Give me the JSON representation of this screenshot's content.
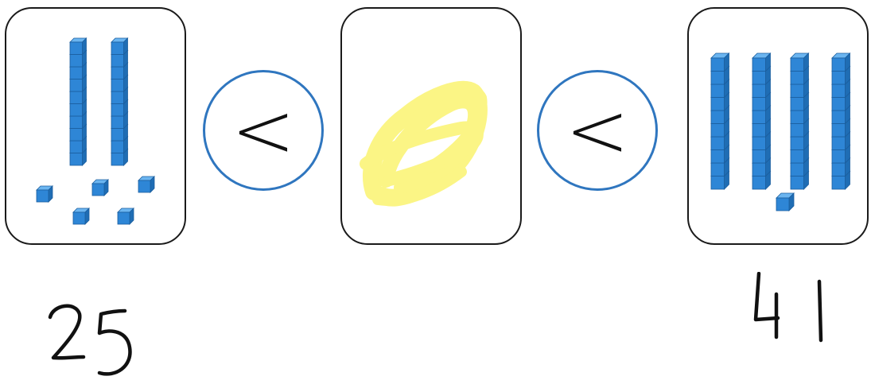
{
  "comparison": {
    "left": {
      "number": "25",
      "tens": 2,
      "ones": 5
    },
    "symbol_left": "<",
    "middle": {
      "answer": "",
      "highlight_color": "#fbf585"
    },
    "symbol_right": "<",
    "right": {
      "number": "41",
      "tens": 4,
      "ones": 1
    }
  },
  "colors": {
    "block": "#2e86d6",
    "block_dark": "#1f6db4",
    "block_light": "#6bb5f0",
    "circle_border": "#2f76bf",
    "card_border": "#1a1a1a",
    "ink": "#111111"
  }
}
